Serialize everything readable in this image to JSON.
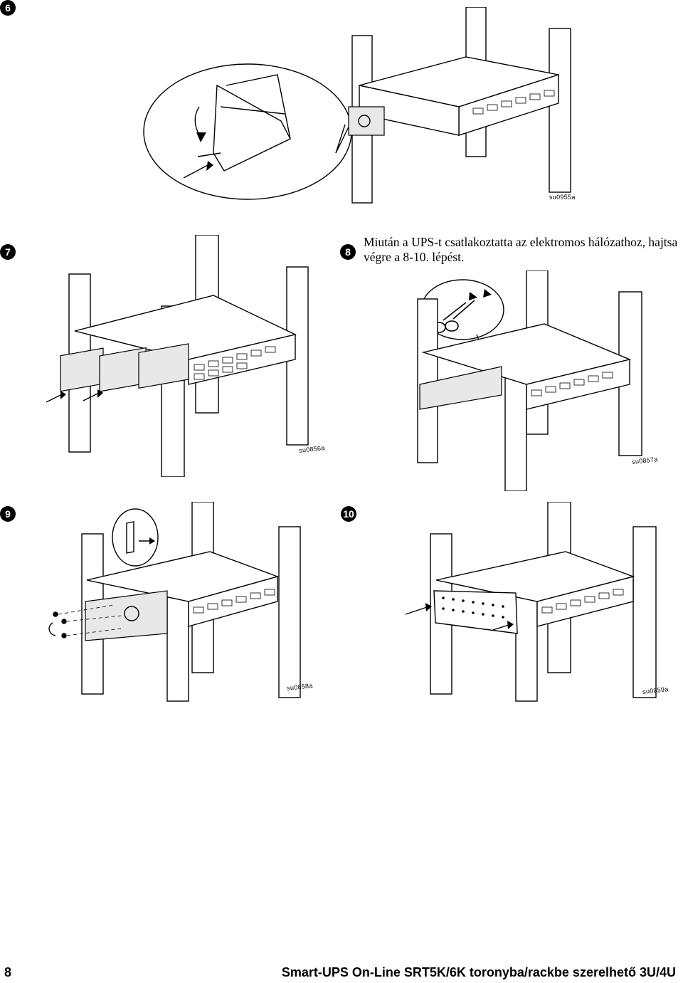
{
  "steps": {
    "s6": {
      "number": "6",
      "figure_code": "su0955a"
    },
    "s7": {
      "number": "7",
      "figure_code": "su0856a"
    },
    "s8": {
      "number": "8",
      "figure_code": "su0857a",
      "instruction": "Miután a UPS-t csatlakoztatta az elektromos hálózathoz, hajtsa végre a 8-10. lépést."
    },
    "s9": {
      "number": "9",
      "figure_code": "su0858a"
    },
    "s10": {
      "number": "10",
      "figure_code": "su0859a"
    }
  },
  "footer": {
    "page_number": "8",
    "title": "Smart-UPS On-Line SRT5K/6K toronyba/rackbe szerelhető 3U/4U"
  },
  "icons": [
    "rack-unit-illustration",
    "arrow-icon",
    "rotate-arrow-icon",
    "screw-icon",
    "magnifier-callout"
  ],
  "colors": {
    "ink": "#000000",
    "background": "#ffffff"
  }
}
